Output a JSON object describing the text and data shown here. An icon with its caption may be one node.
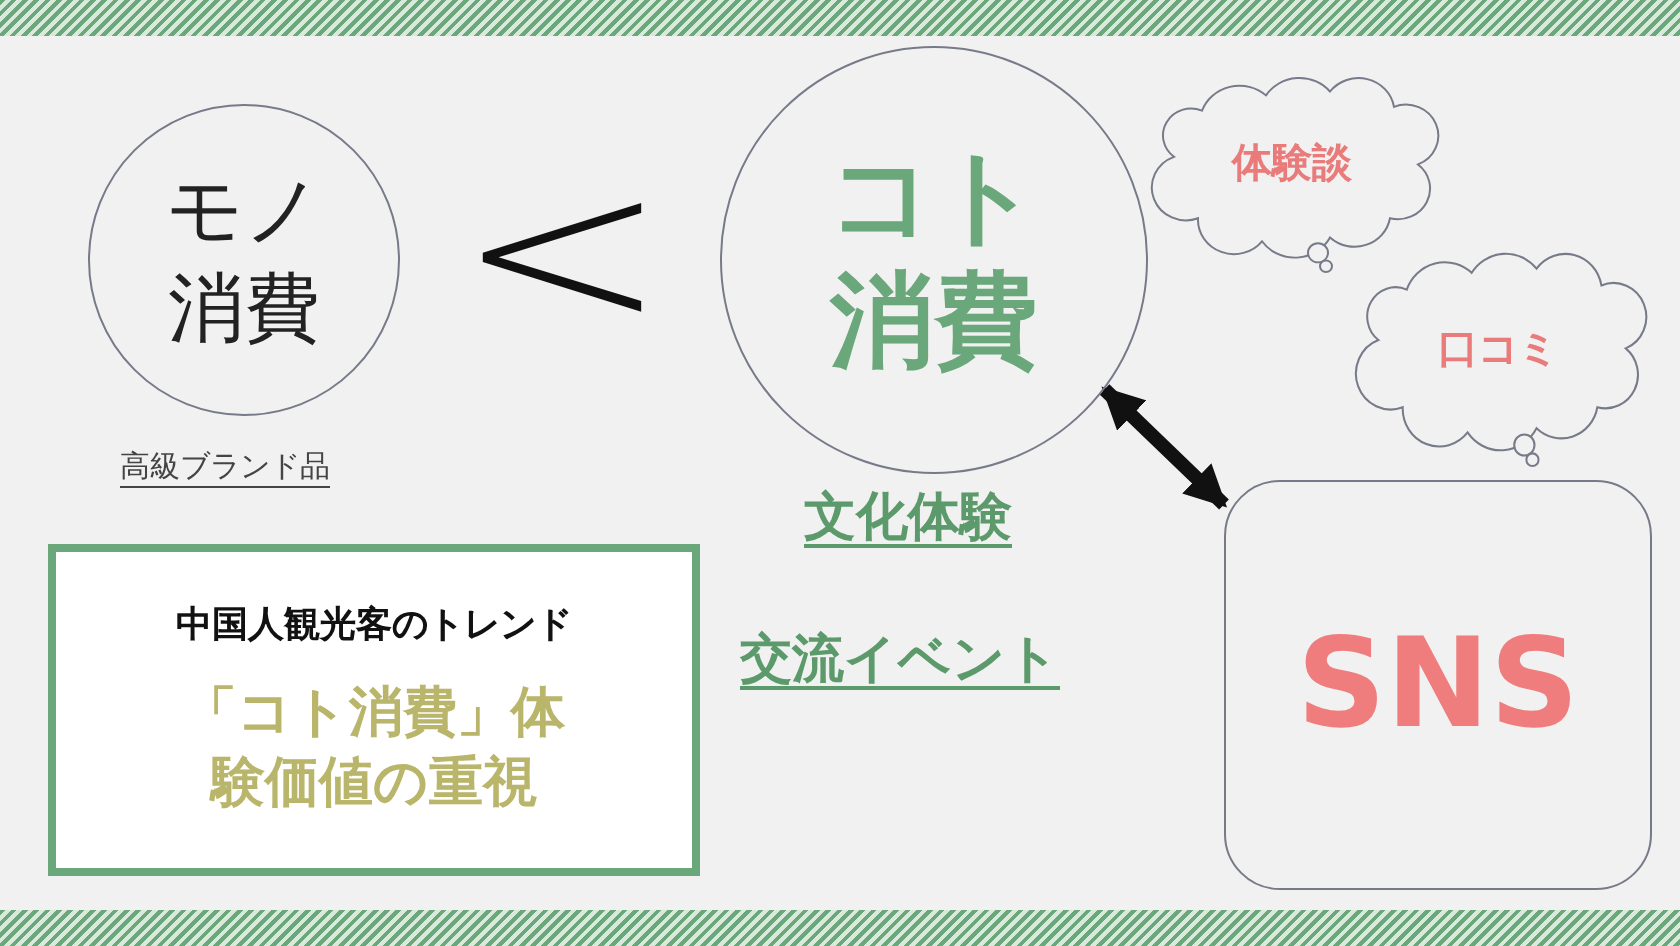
{
  "diagram": {
    "nodes": [
      {
        "text": [
          "モノ消費"
        ]
      },
      {
        "text": [
          "コト消費"
        ]
      },
      {
        "text": [
          "体験談"
        ]
      },
      {
        "text": [
          "口コミ"
        ]
      },
      {
        "text": [
          "SNS"
        ]
      },
      {
        "text": [
          "中国人観光客のトレンド",
          "「コト消費」体験価値の重視"
        ]
      }
    ],
    "edges": [
      {
        "from": 1,
        "to": 4,
        "arrow": "both"
      }
    ],
    "labels": [
      "<",
      "高級ブランド品",
      "文化体験",
      "交流イベント"
    ]
  }
}
